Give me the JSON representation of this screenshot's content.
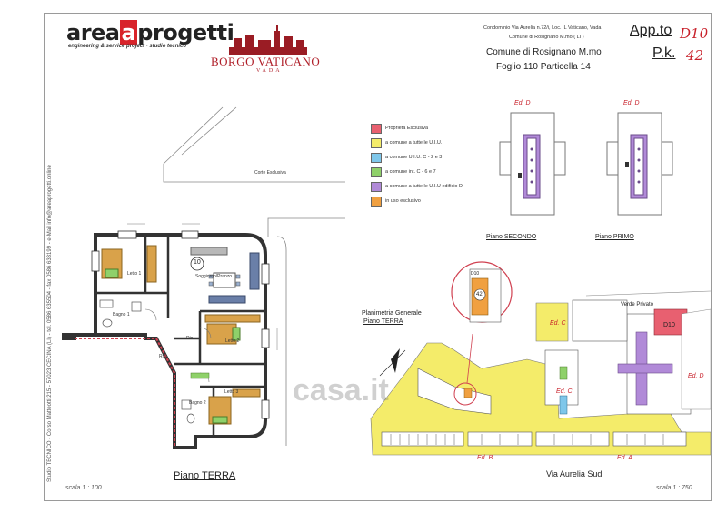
{
  "header": {
    "logo_a": "area",
    "logo_p": "progetti",
    "logo_sub": "engineering & service project · studio tecnico",
    "borgo_title": "BORGO VATICANO",
    "borgo_sub": "VADA",
    "condominio": "Condominio Via Aurelia n.72/i, Loc. IL Vaticano, Vada",
    "comune_line": "Comune di Rosignano M.mo ( LI )",
    "comune": "Comune di Rosignano M.mo",
    "foglio": "Foglio 110 Particella 14",
    "app_label": "App.to",
    "app_value": "D10",
    "pk_label": "P.k.",
    "pk_value": "42"
  },
  "side_strip": "Studio TECNICO - Corso Matteotti 215 - 57023 CECINA (LI) - tel. 0586 635504 - fax 0586 633199 - e-Mail info@areaprogetti.online",
  "legend": [
    {
      "label": "Proprietà Esclusiva",
      "color": "#e86070"
    },
    {
      "label": "a comune a tutte le U.I.U.",
      "color": "#f4ec6a"
    },
    {
      "label": "a comune U.I.U. C - 2 e 3",
      "color": "#7fc7ea"
    },
    {
      "label": "a comune int. C - 6 e 7",
      "color": "#8fd16a"
    },
    {
      "label": "a comune a tutte le U.I.U edificio D",
      "color": "#b18ad8"
    },
    {
      "label": "in uso esclusivo",
      "color": "#f0a040"
    }
  ],
  "upper_plans": {
    "ed_d_1": "Ed. D",
    "ed_d_2": "Ed. D",
    "piano_secondo": "Piano SECONDO",
    "piano_primo": "Piano PRIMO"
  },
  "floor_plan": {
    "corte": "Corte Esclusiva",
    "rooms": {
      "letto1": "Letto 1",
      "soggiorno": "Soggiorno/Pranzo",
      "bagno1": "Bagno 1",
      "dis": "Dis.",
      "letto2": "Letto 2",
      "rip": "Rip.",
      "letto3": "Letto 3",
      "bagno2": "Bagno 2"
    },
    "unit_number": "10",
    "title": "Piano TERRA",
    "scale": "scala 1 : 100"
  },
  "site_plan": {
    "title_line1": "Planimetria Generale",
    "title_line2": "Piano TERRA",
    "verde": "Verde Privato",
    "d10": "D10",
    "detail_d10": "D10",
    "detail_pk": "42",
    "ed_c": "Ed. C",
    "ed_d": "Ed. D",
    "ed_b": "Ed. B",
    "ed_a": "Ed. A",
    "ed_c2": "Ed. C",
    "street": "Via Aurelia Sud",
    "scale": "scala 1 : 750",
    "watermark": "casa.it"
  },
  "colors": {
    "red": "#e86070",
    "yellow": "#f4ec6a",
    "blue": "#7fc7ea",
    "green": "#8fd16a",
    "purple": "#b18ad8",
    "orange": "#f0a040",
    "wood": "#d9a24a"
  }
}
